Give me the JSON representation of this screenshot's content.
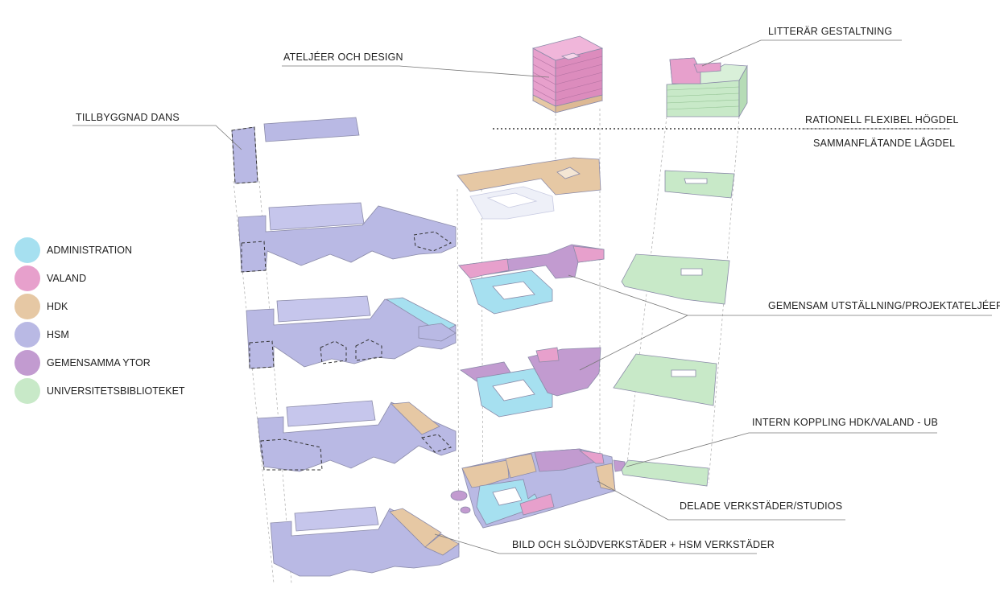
{
  "labels": {
    "ateljeer": "ATELJÉER OCH DESIGN",
    "litterar": "LITTERÄR GESTALTNING",
    "tillbyggnad": "TILLBYGGNAD DANS",
    "rationell": "RATIONELL FLEXIBEL HÖGDEL",
    "sammanflatande": "SAMMANFLÄTANDE  LÅGDEL",
    "gemensam": "GEMENSAM UTSTÄLLNING/PROJEKTATELJÉER",
    "intern": "INTERN KOPPLING HDK/VALAND - UB",
    "delade": "DELADE VERKSTÄDER/STUDIOS",
    "bild": "BILD OCH SLÖJDVERKSTÄDER + HSM VERKSTÄDER"
  },
  "legend": [
    {
      "label": "ADMINISTRATION",
      "color": "#a6e0f0"
    },
    {
      "label": "VALAND",
      "color": "#e7a0cc"
    },
    {
      "label": "HDK",
      "color": "#e6c8a4"
    },
    {
      "label": "HSM",
      "color": "#b9b9e4"
    },
    {
      "label": "GEMENSAMMA YTOR",
      "color": "#c29bd0"
    },
    {
      "label": "UNIVERSITETSBIBLIOTEKET",
      "color": "#c8e9c8"
    }
  ],
  "colors": {
    "admin": "#a6e0f0",
    "valand": "#e7a0cc",
    "hdk": "#e6c8a4",
    "hsm": "#b9b9e4",
    "gemensam": "#c29bd0",
    "ub": "#c8e9c8",
    "ghost": "#eef0f8"
  }
}
